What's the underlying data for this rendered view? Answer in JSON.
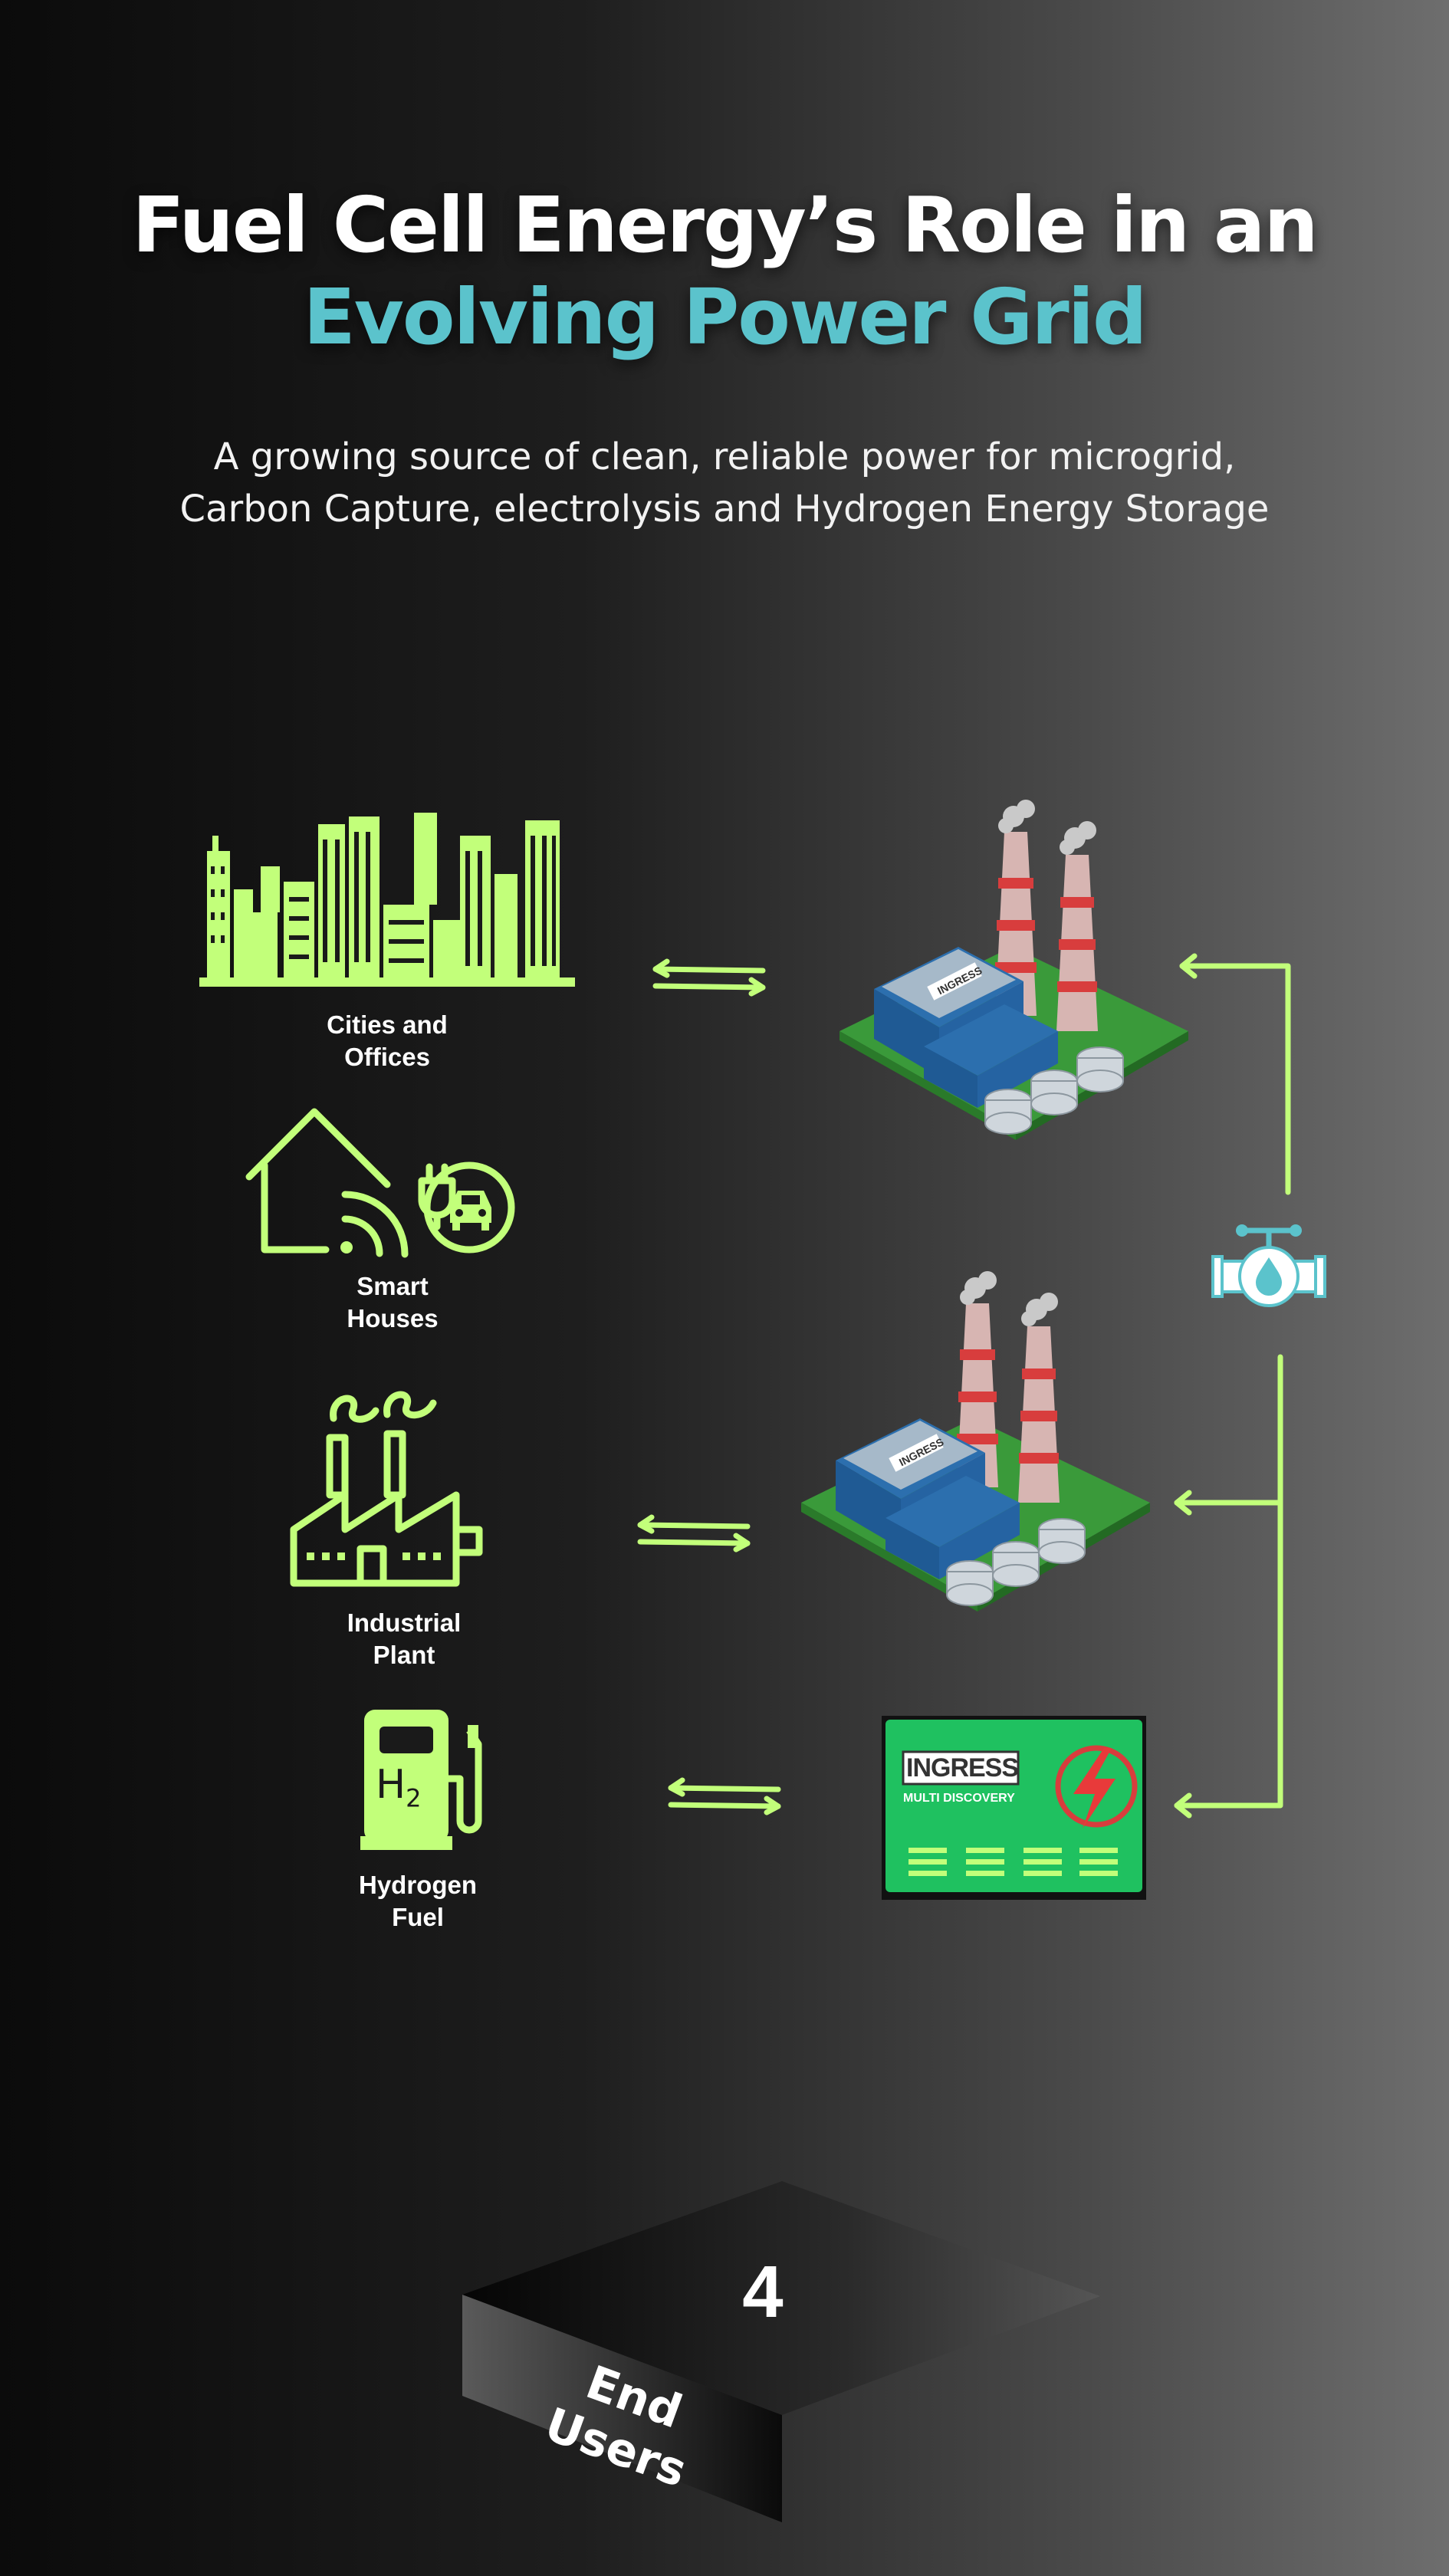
{
  "header": {
    "title_line1": "Fuel Cell Energy’s Role in an",
    "title_line2": "Evolving Power Grid",
    "subtitle_line1": "A growing source of clean, reliable power for microgrid,",
    "subtitle_line2": "Carbon Capture, electrolysis and Hydrogen Energy Storage"
  },
  "users": {
    "cities": {
      "line1": "Cities and",
      "line2": "Offices",
      "icon": "city-skyline-icon"
    },
    "houses": {
      "line1": "Smart",
      "line2": "Houses",
      "icon": "smart-house-icon"
    },
    "industrial": {
      "line1": "Industrial",
      "line2": "Plant",
      "icon": "factory-icon"
    },
    "hydrogen": {
      "line1": "Hydrogen",
      "line2": "Fuel",
      "icon": "hydrogen-pump-icon",
      "h_symbol": "H",
      "h_sub": "2"
    }
  },
  "facilities": {
    "plant_sign": "INGRESS",
    "generator_brand": "INGRESS",
    "generator_sub": "MULTI DISCOVERY"
  },
  "footer_block": {
    "number": "4",
    "text": "End Users"
  },
  "colors": {
    "accent_green": "#c2ff7a",
    "accent_teal": "#5bc3cc",
    "plant_blue": "#2c6fae",
    "grass_green": "#3a9a3a",
    "generator_green": "#1fc160",
    "stack_red": "#d83d3d"
  }
}
